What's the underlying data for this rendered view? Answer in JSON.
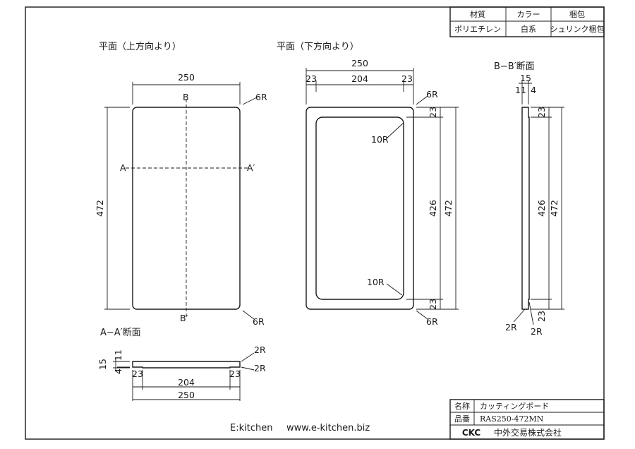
{
  "material_table": {
    "headers": [
      "材質",
      "カラー",
      "梱包"
    ],
    "values": [
      "ポリエチレン",
      "白系",
      "シュリンク梱包"
    ]
  },
  "views": {
    "top_title": "平面（上方向より）",
    "bottom_title": "平面（下方向より）",
    "section_bb_title": "B−B′断面",
    "section_aa_title": "A−A′断面"
  },
  "dims": {
    "w250": "250",
    "h472": "472",
    "d204": "204",
    "d23": "23",
    "d426": "426",
    "d15": "15",
    "d11": "11",
    "d4": "4",
    "r6": "6R",
    "r10": "10R",
    "r2": "2R"
  },
  "markers": {
    "a": "A",
    "a_prime": "A′",
    "b": "B",
    "b_prime": "B′"
  },
  "title_block": {
    "name_label": "名称",
    "name_value": "カッティングボード",
    "part_label": "品番",
    "part_value": "RAS250-472MN",
    "logo_text": "CKC",
    "company": "中外交易株式会社"
  },
  "footer": {
    "brand": "E:kitchen",
    "url": "www.e-kitchen.biz"
  }
}
